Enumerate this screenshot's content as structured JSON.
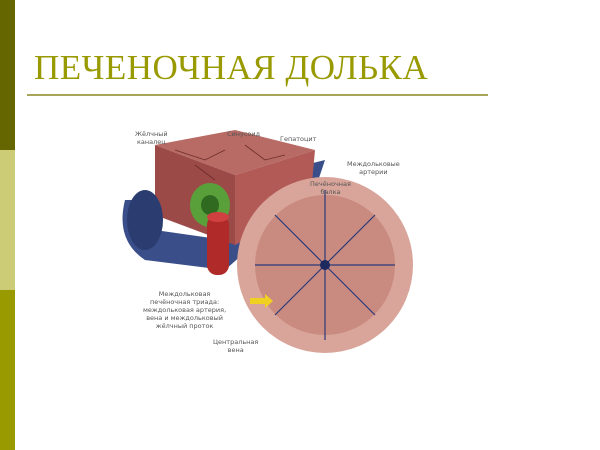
{
  "slide": {
    "title": "ПЕЧЕНОЧНАЯ ДОЛЬКА",
    "accent_colors": [
      "#666600",
      "#cccc77",
      "#999900"
    ],
    "title_color": "#999900"
  },
  "figure": {
    "labels": {
      "bile_canaliculus": "Жёлчный\nканалец",
      "sinusoid": "Синусоид",
      "hepatocyte": "Гепатоцит",
      "interlobular_vessels": "Междольковые\nартерии",
      "hepatic_plate": "Печёночная\nбалка",
      "portal_triad": "Междольковая\nпечёночная триада:\nмеждольковая артерия,\nвена и междольковый\nжёлчный проток",
      "central_vein": "Центральная\nвена"
    }
  }
}
